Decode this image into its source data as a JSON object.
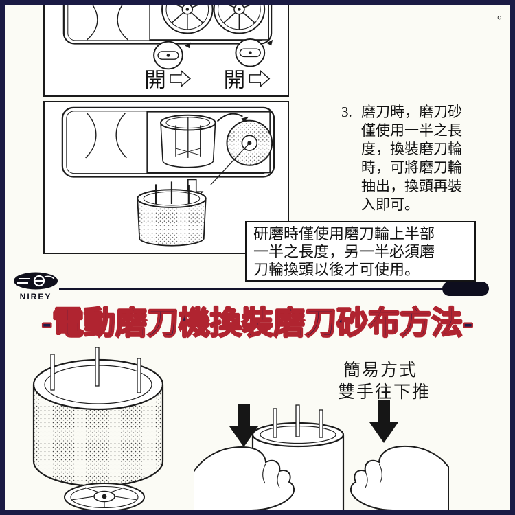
{
  "colors": {
    "frame": "#1a1a44",
    "paper": "#fbfbf5",
    "ink": "#141414",
    "title_fill": "#1d1d4a",
    "title_outline": "#b02430"
  },
  "corner": {
    "fragment": "。"
  },
  "open_panel": {
    "open_left": "開",
    "open_right": "開"
  },
  "step3": {
    "number": "3.",
    "lines": [
      "磨刀時，磨刀砂",
      "僅使用一半之長",
      "度，換裝磨刀輪",
      "時，可將磨刀輪",
      "抽出，換頭再裝",
      "入即可。"
    ]
  },
  "note_box": {
    "lines": [
      "研磨時僅使用磨刀輪上半部",
      "一半之長度，另一半必須磨",
      "刀輪換頭以後才可使用。"
    ]
  },
  "brand": {
    "name": "NIREY"
  },
  "title": {
    "text": "-電動磨刀機換裝磨刀砂布方法-"
  },
  "simple_method": {
    "lines": [
      "簡易方式",
      "雙手往下推"
    ]
  }
}
